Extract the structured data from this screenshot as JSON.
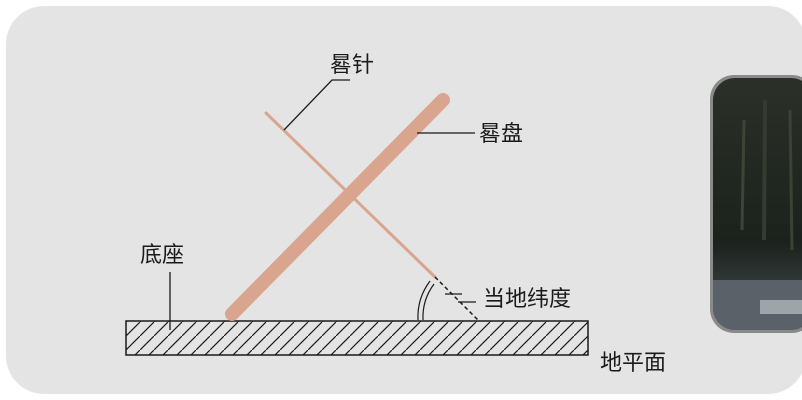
{
  "figure": {
    "labels": {
      "gnomon": "晷针",
      "dial_plate": "晷盘",
      "base": "底座",
      "local_latitude": "当地纬度",
      "ground_plane": "地平面"
    }
  },
  "colors": {
    "panel_background": "#e4e4e4",
    "sundial_plate": "#d9a58f",
    "gnomon": "#d9a58f",
    "line": "#1a1a1a",
    "photo_frame": "#8a8a8a",
    "photo_dark": "#1f2620"
  },
  "side_photo": {
    "icon": "sundial-photo-thumbnail"
  }
}
